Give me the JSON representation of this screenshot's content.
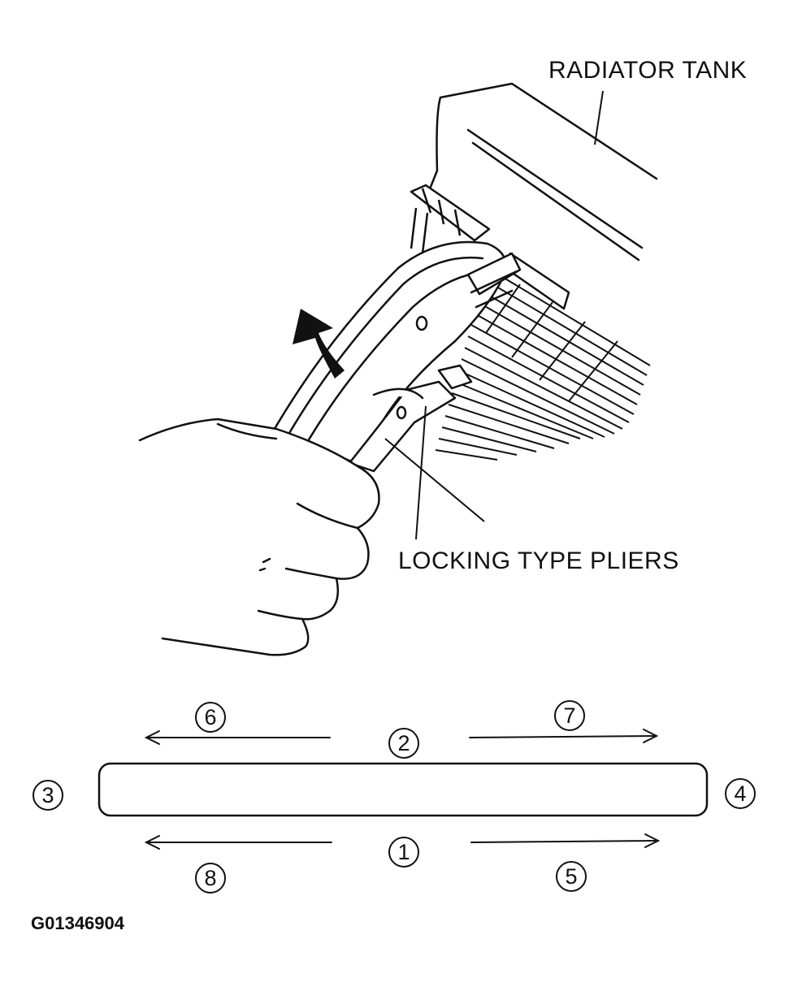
{
  "labels": {
    "radiator_tank": "RADIATOR TANK",
    "locking_pliers": "LOCKING TYPE PLIERS"
  },
  "figure_id": "G01346904",
  "sequence_markers": [
    "1",
    "2",
    "3",
    "4",
    "5",
    "6",
    "7",
    "8"
  ]
}
